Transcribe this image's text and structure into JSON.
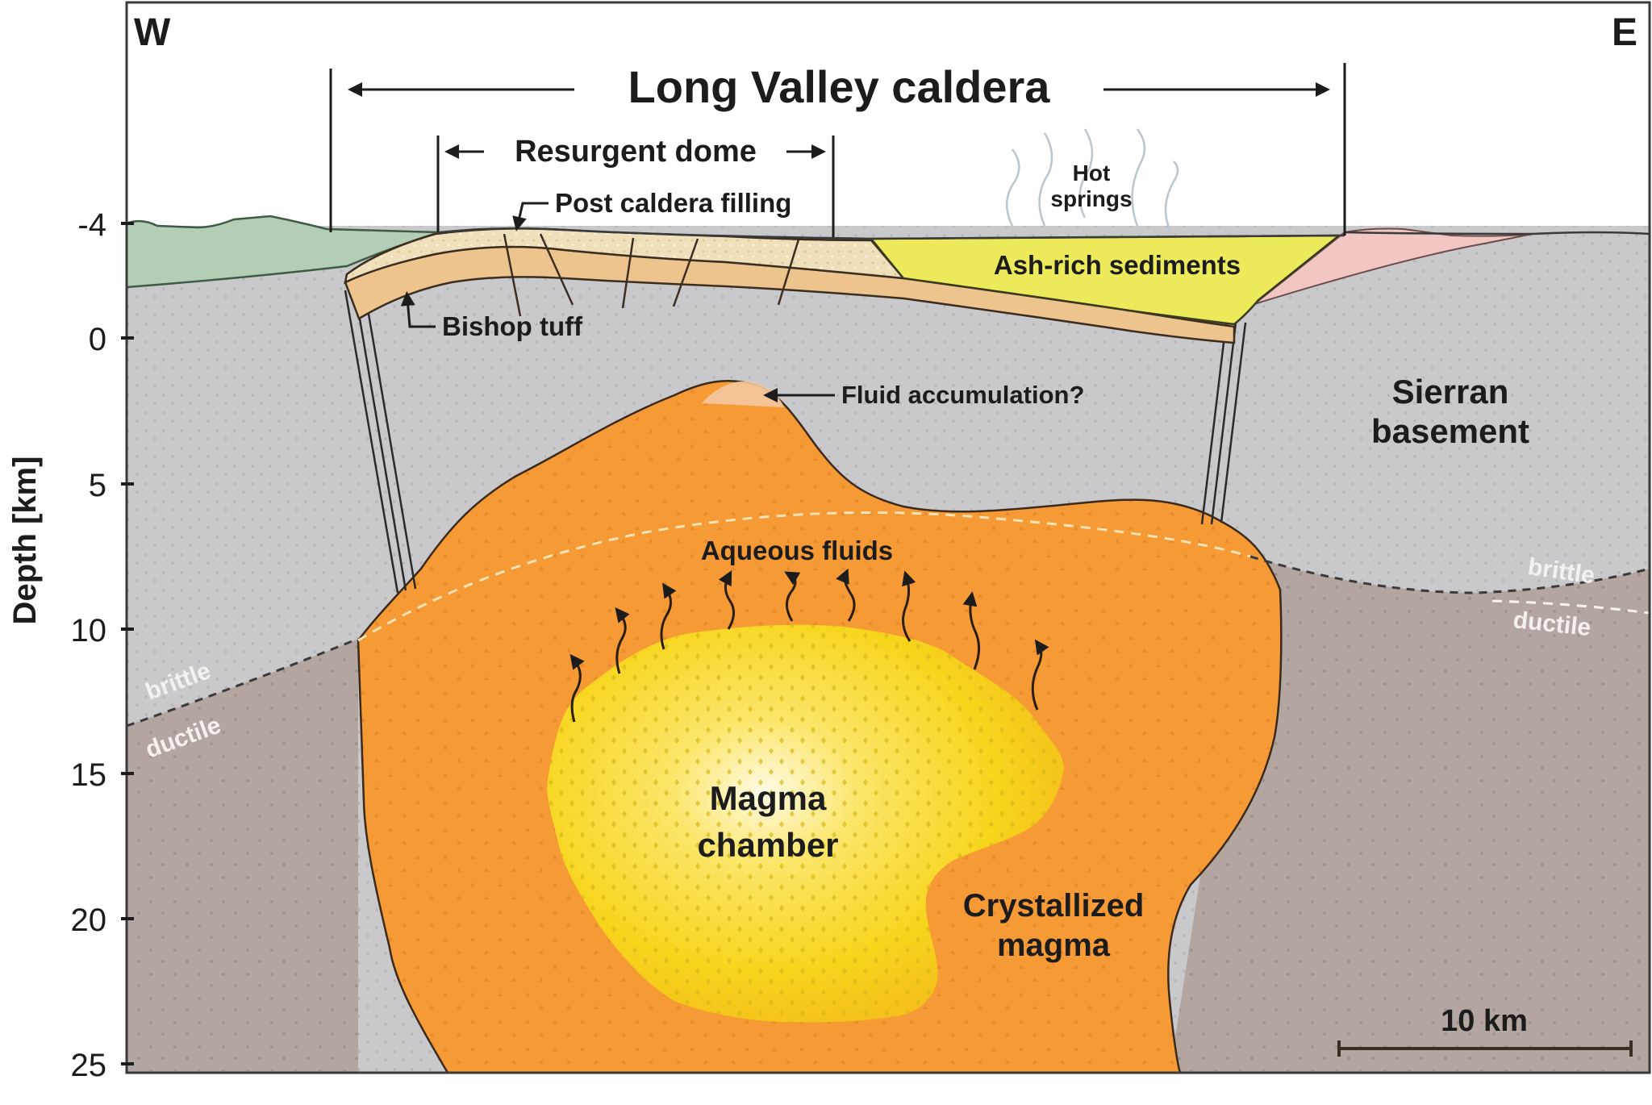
{
  "figure": {
    "title": "Long Valley caldera",
    "orientation": {
      "west": "W",
      "east": "E"
    },
    "y_axis": {
      "label": "Depth [km]",
      "ticks": [
        "-4",
        "0",
        "5",
        "10",
        "15",
        "20",
        "25"
      ]
    },
    "spans": {
      "caldera": "Long Valley caldera",
      "resurgent_dome": "Resurgent dome"
    },
    "labels": {
      "post_caldera_filling": "Post caldera filling",
      "bishop_tuff": "Bishop tuff",
      "hot_springs_1": "Hot",
      "hot_springs_2": "springs",
      "ash_rich_sediments": "Ash-rich sediments",
      "fluid_accumulation": "Fluid accumulation?",
      "sierran_basement_1": "Sierran",
      "sierran_basement_2": "basement",
      "aqueous_fluids": "Aqueous fluids",
      "magma_chamber_1": "Magma",
      "magma_chamber_2": "chamber",
      "crystallized_magma_1": "Crystallized",
      "crystallized_magma_2": "magma",
      "brittle_left": "brittle",
      "ductile_left": "ductile",
      "brittle_right": "brittle",
      "ductile_right": "ductile"
    },
    "scale_bar": {
      "label": "10 km"
    },
    "colors": {
      "basement_grey": "#c9c9cb",
      "ductile_brown": "#b3a6a0",
      "crystallized_orange": "#f59a35",
      "magma_yellow": "#f7d51c",
      "magma_core": "#fff8d0",
      "ash_yellow": "#ecea5a",
      "green_hills": "#b3cdb6",
      "pink_deposit": "#f2c6c3",
      "tuff_tan": "#edc48e",
      "fill_cream": "#efe0bb"
    }
  }
}
